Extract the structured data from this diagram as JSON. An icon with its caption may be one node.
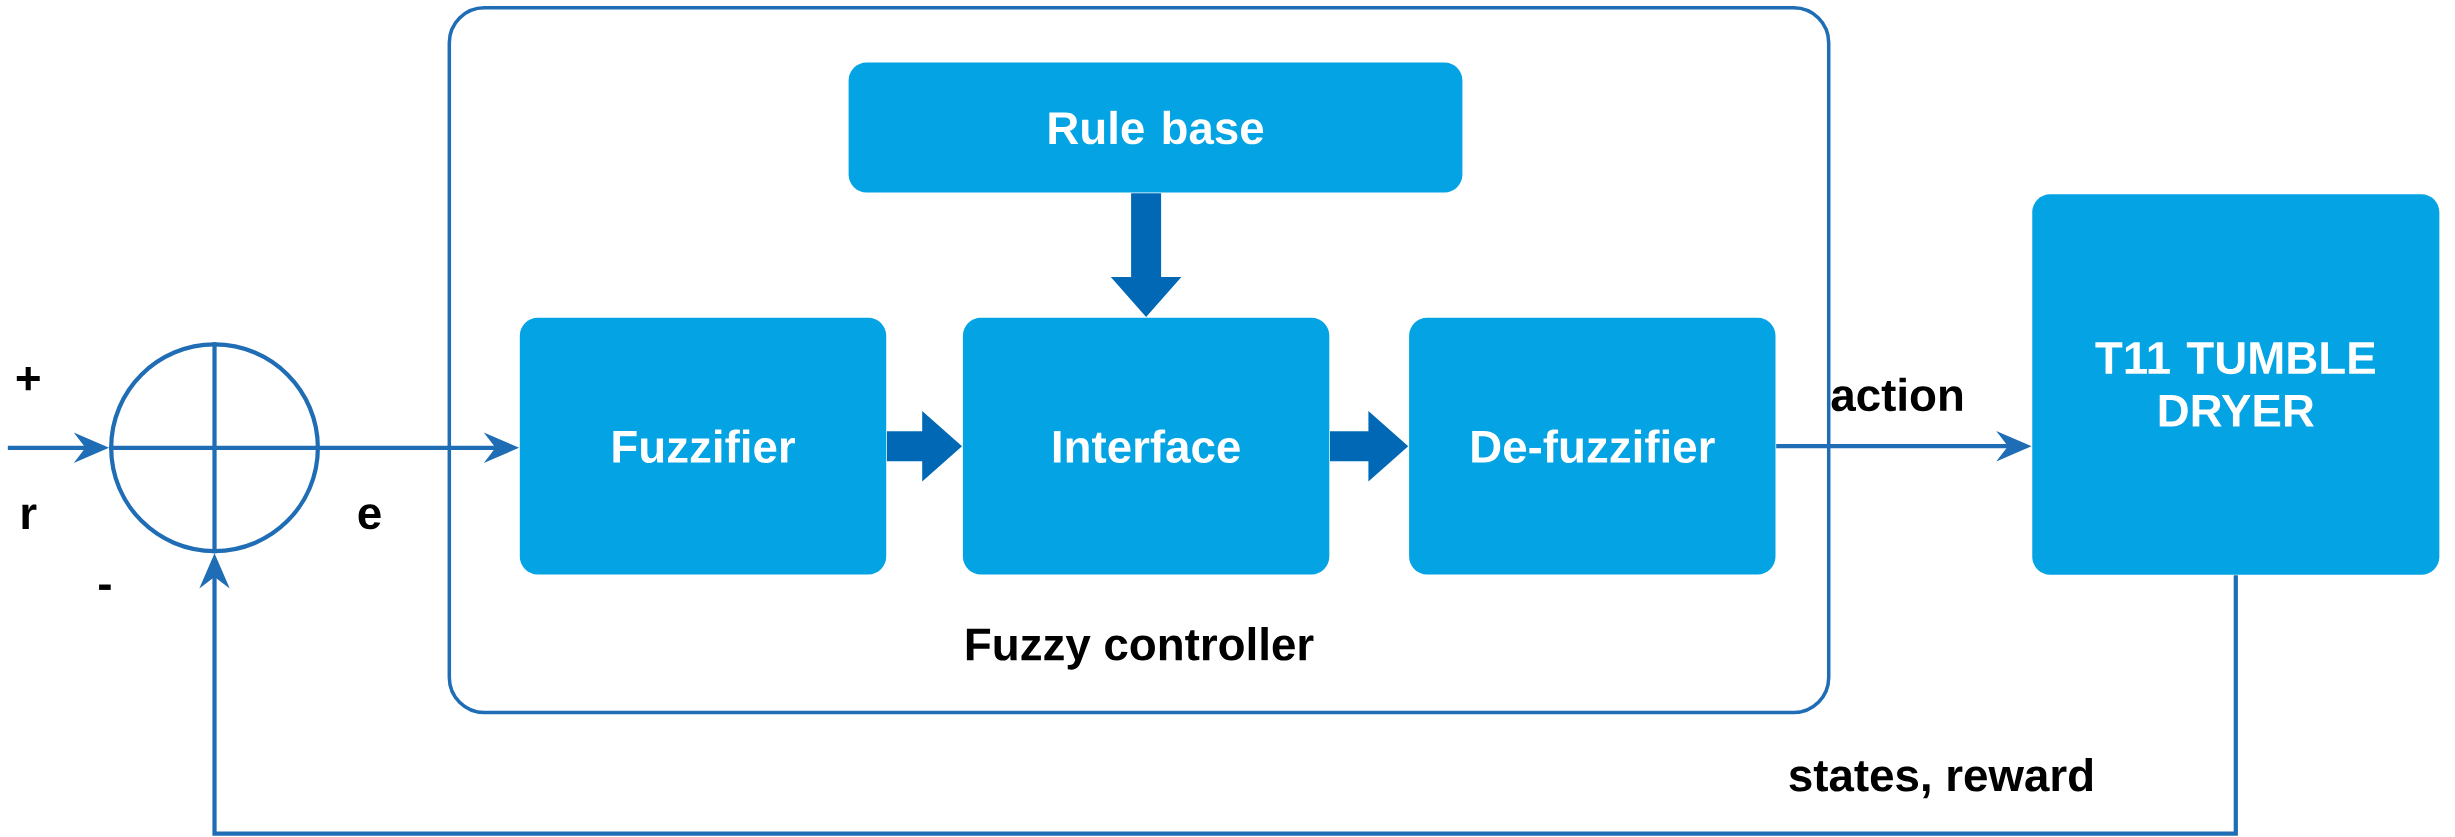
{
  "diagram": {
    "nodes": [
      {
        "text": [
          "Fuzzy controller"
        ]
      },
      {
        "text": [
          "Rule base"
        ],
        "in": 0
      },
      {
        "text": [
          "Fuzzifier"
        ],
        "in": 0
      },
      {
        "text": [
          "Interface"
        ],
        "in": 0
      },
      {
        "text": [
          "De-fuzzifier"
        ],
        "in": 0
      },
      {
        "text": [
          "T11 TUMBLE DRYER"
        ]
      },
      {
        "text": [],
        "shape": "circle"
      }
    ],
    "edges": [
      {
        "from": null,
        "to": 6,
        "arrow": "to",
        "label": "r"
      },
      {
        "from": 6,
        "to": 2,
        "arrow": "to",
        "label": "e"
      },
      {
        "from": 2,
        "to": 3,
        "arrow": "to",
        "style": "thick"
      },
      {
        "from": 3,
        "to": 4,
        "arrow": "to",
        "style": "thick"
      },
      {
        "from": 1,
        "to": 3,
        "arrow": "to",
        "style": "thick"
      },
      {
        "from": 4,
        "to": 5,
        "arrow": "to",
        "label": "action"
      },
      {
        "from": 5,
        "to": 6,
        "arrow": "to",
        "label": "states, reward"
      }
    ],
    "labels": [
      "+",
      "-"
    ]
  }
}
